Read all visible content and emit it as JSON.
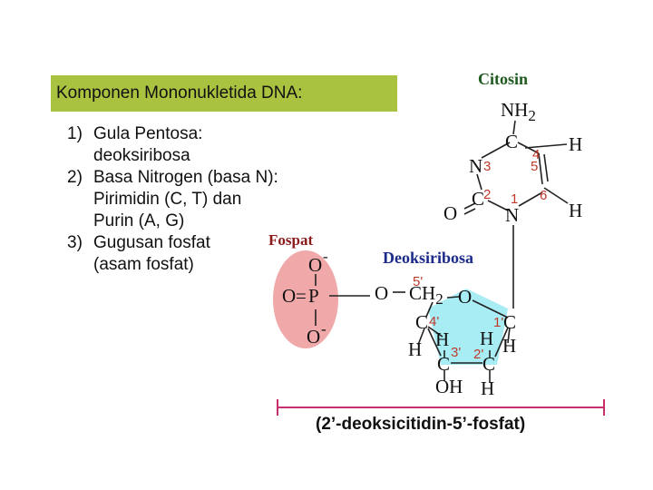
{
  "title": "Komponen Mononukletida DNA:",
  "items": [
    {
      "num": "1)",
      "lines": [
        "Gula Pentosa:",
        "deoksiribosa"
      ]
    },
    {
      "num": "2)",
      "lines": [
        "Basa Nitrogen (basa N):",
        "Pirimidin (C, T) dan",
        "Purin (A, G)"
      ]
    },
    {
      "num": "3)",
      "lines": [
        "Gugusan fosfat",
        "(asam fosfat)"
      ]
    }
  ],
  "diagram": {
    "labels": {
      "base": "Citosin",
      "phosphate": "Fospat",
      "sugar": "Deoksiribosa"
    },
    "base_atoms": {
      "nh2": "NH",
      "nh2_sub": "2",
      "c4": "C",
      "h5": "H",
      "n3": "N",
      "o2": "O",
      "c2": "C",
      "n1": "N",
      "h6": "H"
    },
    "base_numbers": {
      "n4": "4",
      "n5": "5",
      "n3": "3",
      "n2": "2",
      "n1": "1",
      "n6": "6"
    },
    "phosphate_atoms": {
      "o_top": "O",
      "o_top_charge": "-",
      "o_left": "O",
      "double_bond": "=",
      "p": "P",
      "o_bottom": "O",
      "o_bottom_charge": "-",
      "o_link": "O"
    },
    "sugar_atoms": {
      "c5": "CH",
      "c5_sub": "2",
      "o_ring": "O",
      "c4": "C",
      "c1": "C",
      "h4": "H",
      "h4b": "H",
      "h1": "H",
      "h1b": "H",
      "c3": "C",
      "c2": "C",
      "oh": "OH",
      "h2": "H"
    },
    "sugar_numbers": {
      "n5": "5'",
      "n4": "4'",
      "n1": "1'",
      "n3": "3'",
      "n2": "2'"
    },
    "caption": "(2’-deoksicitidin-5’-fosfat)"
  },
  "colors": {
    "title_bg": "#a9c23f",
    "phosphate_fill": "#f0a8a8",
    "sugar_fill": "#a8ecf4",
    "label_green": "#1f5a1f",
    "label_red": "#8b1a1a",
    "label_blue": "#1c2a8a",
    "number_red": "#c0392b",
    "bracket": "#c72f6e"
  }
}
